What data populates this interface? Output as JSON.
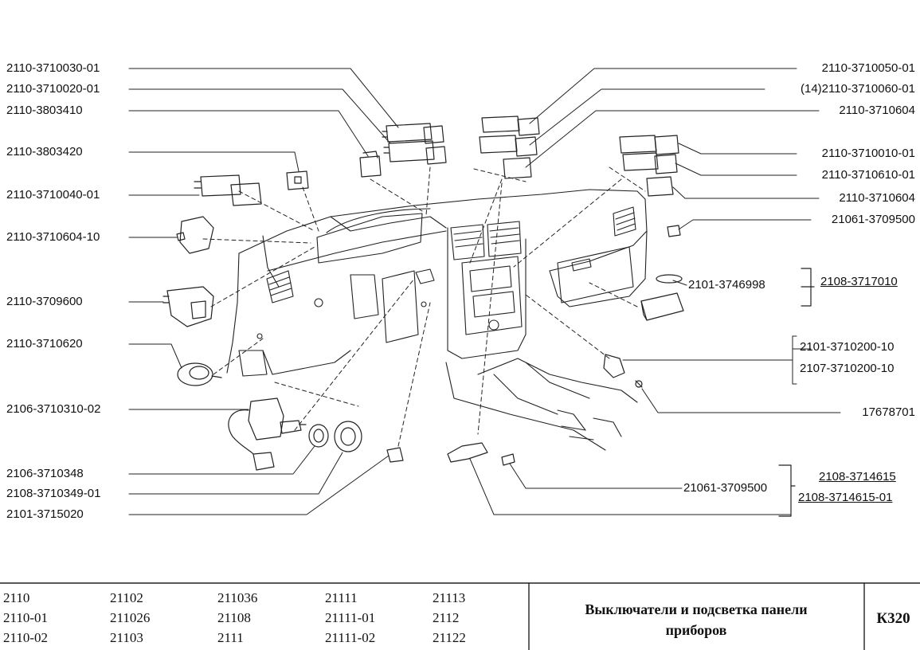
{
  "labels": {
    "l1": "2110-3710030-01",
    "l2": "2110-3710020-01",
    "l3": "2110-3803410",
    "l4": "2110-3803420",
    "l5": "2110-3710040-01",
    "l6": "2110-3710604-10",
    "l7": "2110-3709600",
    "l8": "2110-3710620",
    "l9": "2106-3710310-02",
    "l10": "2106-3710348",
    "l11": "2108-3710349-01",
    "l12": "2101-3715020",
    "r1": "2110-3710050-01",
    "r2": "(14)2110-3710060-01",
    "r3": "2110-3710604",
    "r4": "2110-3710010-01",
    "r5": "2110-3710610-01",
    "r6": "2110-3710604",
    "r7": "21061-3709500",
    "r8": "2101-3746998",
    "r9": "2108-3717010",
    "r10": "2101-3710200-10",
    "r11": "2107-3710200-10",
    "r12": "17678701",
    "r13": "21061-3709500",
    "r14": "2108-3714615",
    "r15": "2108-3714615-01"
  },
  "models": [
    [
      "2110",
      "2110-01",
      "2110-02"
    ],
    [
      "21102",
      "211026",
      "21103"
    ],
    [
      "211036",
      "21108",
      "2111"
    ],
    [
      "21111",
      "21111-01",
      "21111-02"
    ],
    [
      "21113",
      "2112",
      "21122"
    ]
  ],
  "footer": {
    "title_line1": "Выключатели и подсветка панели",
    "title_line2": "приборов",
    "code": "К320"
  }
}
